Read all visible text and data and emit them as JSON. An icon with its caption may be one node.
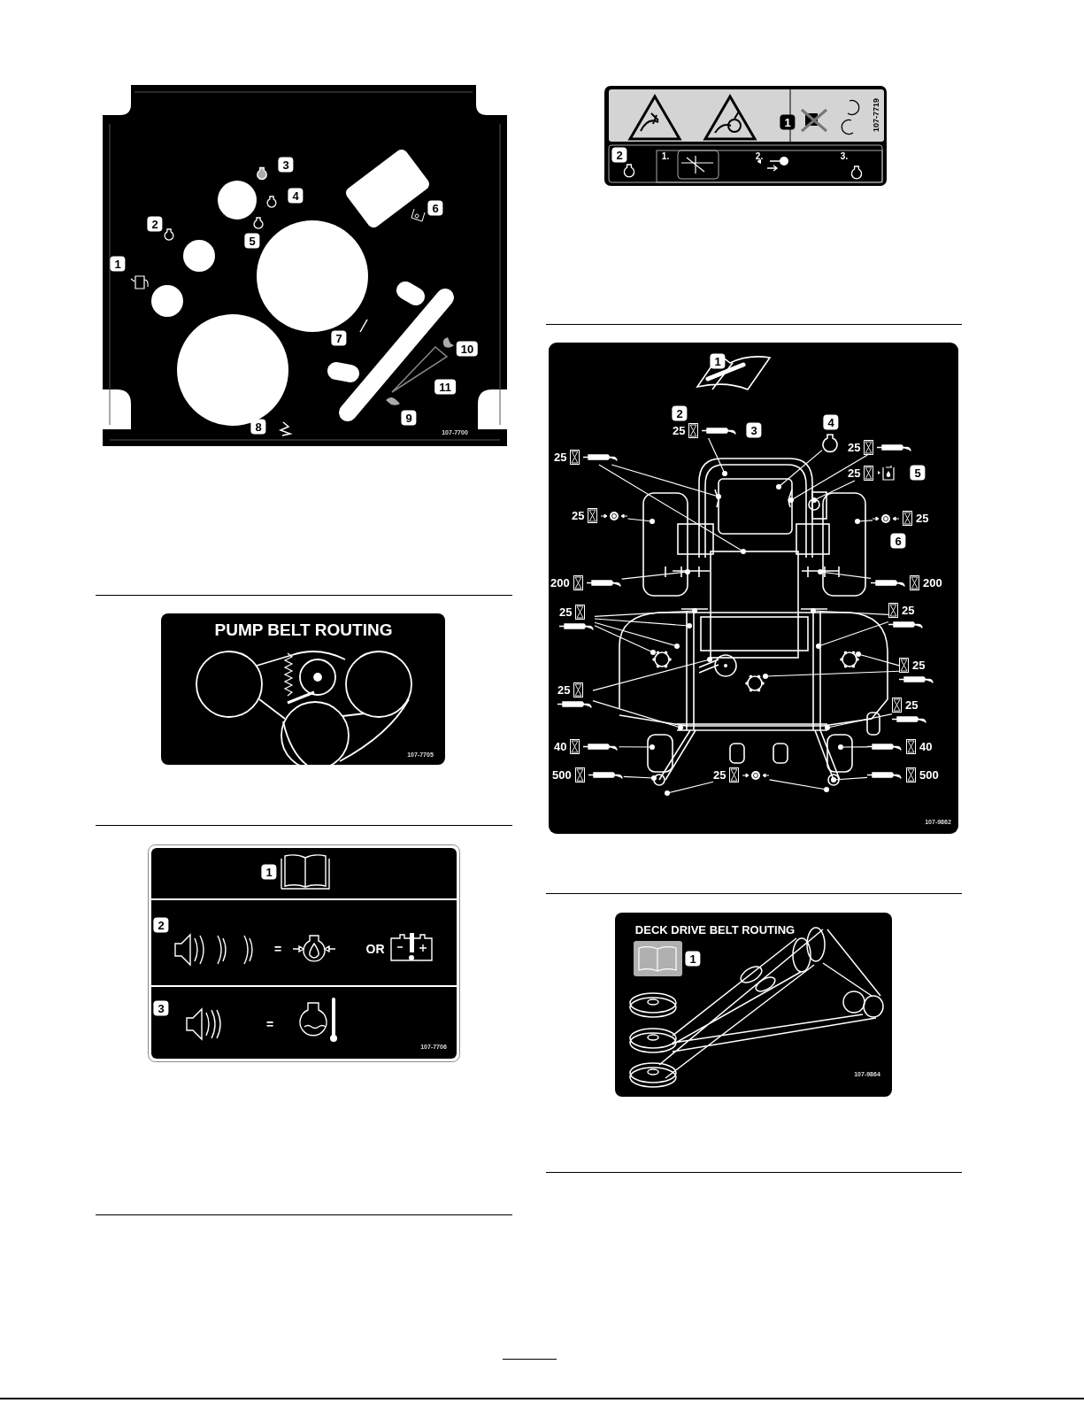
{
  "diagram": {
    "nodes": [
      {
        "text": [
          "25"
        ]
      },
      {
        "text": [
          "25"
        ]
      },
      {
        "text": [],
        "shape": "circle"
      },
      {
        "text": [
          "25"
        ]
      },
      {
        "text": [
          "25"
        ]
      },
      {
        "text": [
          "25"
        ]
      },
      {
        "text": [
          "25"
        ]
      },
      {
        "text": [
          "200"
        ]
      },
      {
        "text": [
          "200"
        ]
      },
      {
        "text": [
          "25"
        ]
      },
      {
        "text": [
          "25"
        ]
      },
      {
        "text": [
          "25"
        ]
      },
      {
        "text": [
          "25"
        ]
      },
      {
        "text": [
          "25"
        ]
      },
      {
        "text": [
          "40"
        ]
      },
      {
        "text": [
          "40"
        ]
      },
      {
        "text": [
          "500"
        ]
      },
      {
        "text": [
          "500"
        ]
      },
      {
        "text": [
          "25"
        ]
      }
    ],
    "edges": [
      {
        "from": 0,
        "to": null,
        "arrow": "other"
      },
      {
        "from": 0,
        "to": null,
        "arrow": "other"
      },
      {
        "from": 1,
        "to": null,
        "arrow": "other"
      },
      {
        "from": 2,
        "to": null,
        "arrow": "other"
      },
      {
        "from": 3,
        "to": null,
        "arrow": "other"
      },
      {
        "from": 4,
        "to": null,
        "arrow": "other"
      },
      {
        "from": 5,
        "to": null,
        "arrow": "other"
      },
      {
        "from": 6,
        "to": null,
        "arrow": "other"
      },
      {
        "from": 7,
        "to": null,
        "arrow": "other"
      },
      {
        "from": 8,
        "to": null,
        "arrow": "other"
      },
      {
        "from": 9,
        "to": null,
        "arrow": "other"
      },
      {
        "from": 9,
        "to": null,
        "arrow": "other"
      },
      {
        "from": 9,
        "to": null,
        "arrow": "other"
      },
      {
        "from": 9,
        "to": null,
        "arrow": "other"
      },
      {
        "from": 10,
        "to": null,
        "arrow": "other"
      },
      {
        "from": 10,
        "to": null,
        "arrow": "other"
      },
      {
        "from": 11,
        "to": null,
        "arrow": "other"
      },
      {
        "from": 11,
        "to": null,
        "arrow": "other"
      },
      {
        "from": 12,
        "to": null,
        "arrow": "other"
      },
      {
        "from": 12,
        "to": null,
        "arrow": "other"
      },
      {
        "from": 13,
        "to": null,
        "arrow": "other"
      },
      {
        "from": 14,
        "to": null,
        "arrow": "other"
      },
      {
        "from": 15,
        "to": null,
        "arrow": "other"
      },
      {
        "from": 16,
        "to": null,
        "arrow": "other"
      },
      {
        "from": 17,
        "to": null,
        "arrow": "other"
      },
      {
        "from": 18,
        "to": null,
        "arrow": "other"
      },
      {
        "from": 18,
        "to": null,
        "arrow": "other"
      }
    ],
    "labels": [
      "1",
      "2",
      "3",
      "4",
      "5",
      "6",
      "7",
      "8",
      "9",
      "10",
      "11",
      "107-7700",
      "1",
      "107-7719",
      "2",
      "1.",
      "2.",
      "3.",
      "1",
      "2",
      "3",
      "4",
      "5",
      "6",
      "107-9862",
      "PUMP BELT ROUTING",
      "107-7705",
      "1",
      "2",
      "=",
      "OR",
      "3",
      "=",
      "107-7706",
      "DECK DRIVE BELT ROUTING",
      "1",
      "107-9864"
    ]
  }
}
